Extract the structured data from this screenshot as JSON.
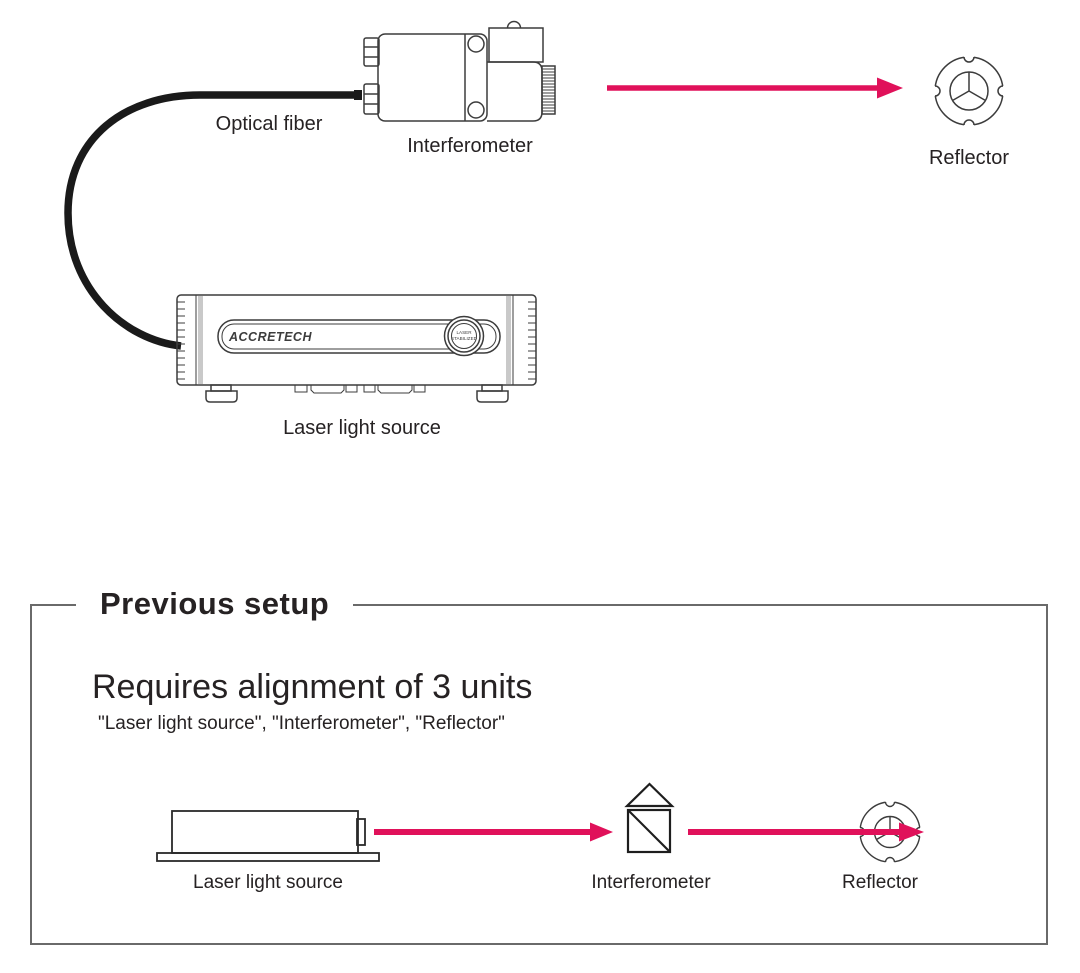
{
  "colors": {
    "beam_accent": "#e0115a",
    "line": "#3c3c3c",
    "cable": "#1a1a1a",
    "text": "#262223",
    "box_border": "#6a6a6a"
  },
  "top_diagram": {
    "optical_fiber_label": "Optical fiber",
    "interferometer_label": "Interferometer",
    "reflector_label": "Reflector",
    "laser_label": "Laser light source",
    "device_brand": "ACCRETECH",
    "device_button_line1": "LASER",
    "device_button_line2": "STABILIZED"
  },
  "previous_setup": {
    "title": "Previous setup",
    "heading": "Requires alignment of 3 units",
    "subheading": "\"Laser light source\", \"Interferometer\", \"Reflector\"",
    "laser_label": "Laser light source",
    "interferometer_label": "Interferometer",
    "reflector_label": "Reflector"
  }
}
